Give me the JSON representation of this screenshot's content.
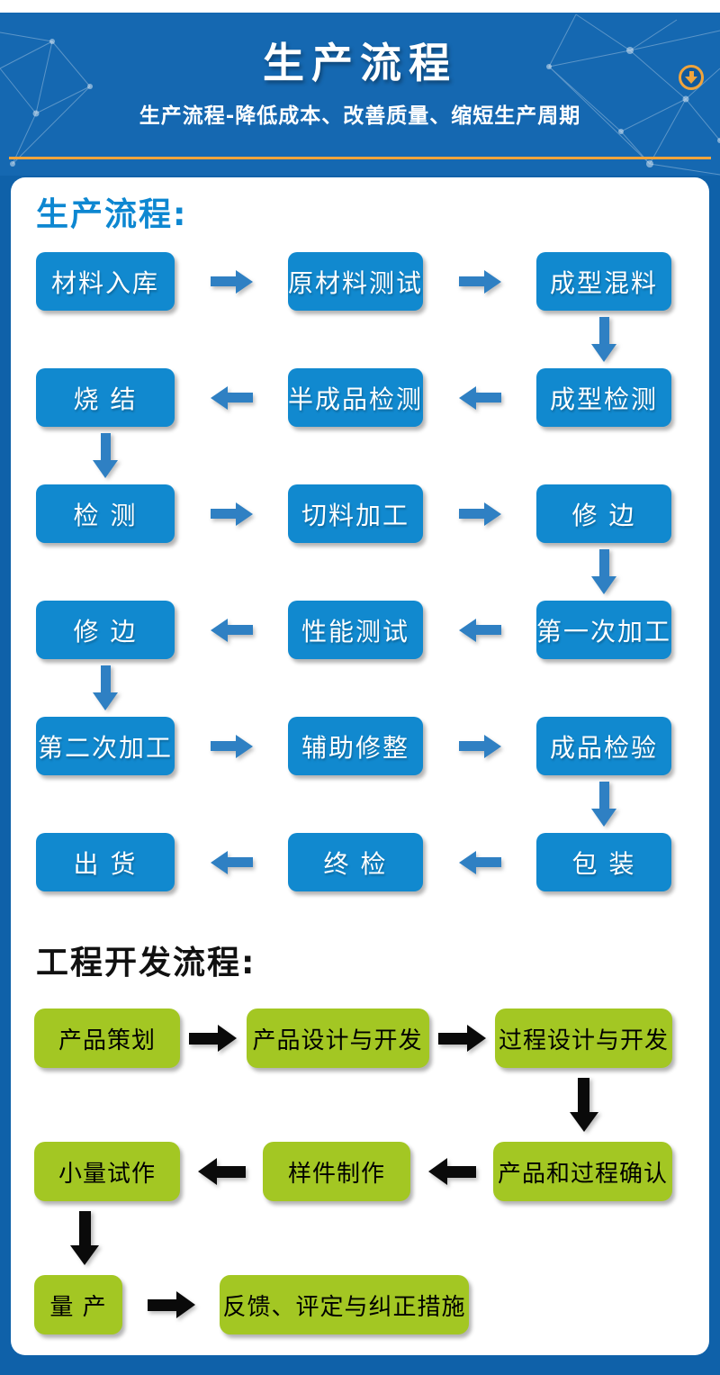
{
  "colors": {
    "header_bg": "#1568B1",
    "page_bg": "#0F61A9",
    "panel_bg": "#FFFFFF",
    "gold_accent": "#F0A43C",
    "blue_heading": "#0D87D1",
    "blue_box": "#1189CF",
    "blue_arrow": "#2F80C3",
    "green_box": "#A3C723",
    "black_text": "#111111"
  },
  "header": {
    "title": "生产流程",
    "subtitle": "生产流程-降低成本、改善质量、缩短生产周期",
    "scroll_icon": "circle-down-arrow"
  },
  "production_flow": {
    "heading": "生产流程:",
    "rows": [
      {
        "direction": "right",
        "cells": [
          "材料入库",
          "原材料测试",
          "成型混料"
        ]
      },
      {
        "direction": "left",
        "cells": [
          "烧 结",
          "半成品检测",
          "成型检测"
        ]
      },
      {
        "direction": "right",
        "cells": [
          "检 测",
          "切料加工",
          "修 边"
        ]
      },
      {
        "direction": "left",
        "cells": [
          "修 边",
          "性能测试",
          "第一次加工"
        ]
      },
      {
        "direction": "right",
        "cells": [
          "第二次加工",
          "辅助修整",
          "成品检验"
        ]
      },
      {
        "direction": "left",
        "cells": [
          "出 货",
          "终 检",
          "包 装"
        ]
      }
    ],
    "connectors": [
      "right",
      "left",
      "right",
      "left",
      "right"
    ]
  },
  "engineering_flow": {
    "heading": "工程开发流程:",
    "rows": [
      {
        "direction": "right",
        "cells": [
          "产品策划",
          "产品设计与开发",
          "过程设计与开发"
        ]
      },
      {
        "direction": "left",
        "cells": [
          "小量试作",
          "样件制作",
          "产品和过程确认"
        ]
      },
      {
        "direction": "right",
        "cells": [
          "量 产",
          "反馈、评定与纠正措施"
        ]
      }
    ],
    "connectors": [
      "right",
      "left"
    ]
  }
}
